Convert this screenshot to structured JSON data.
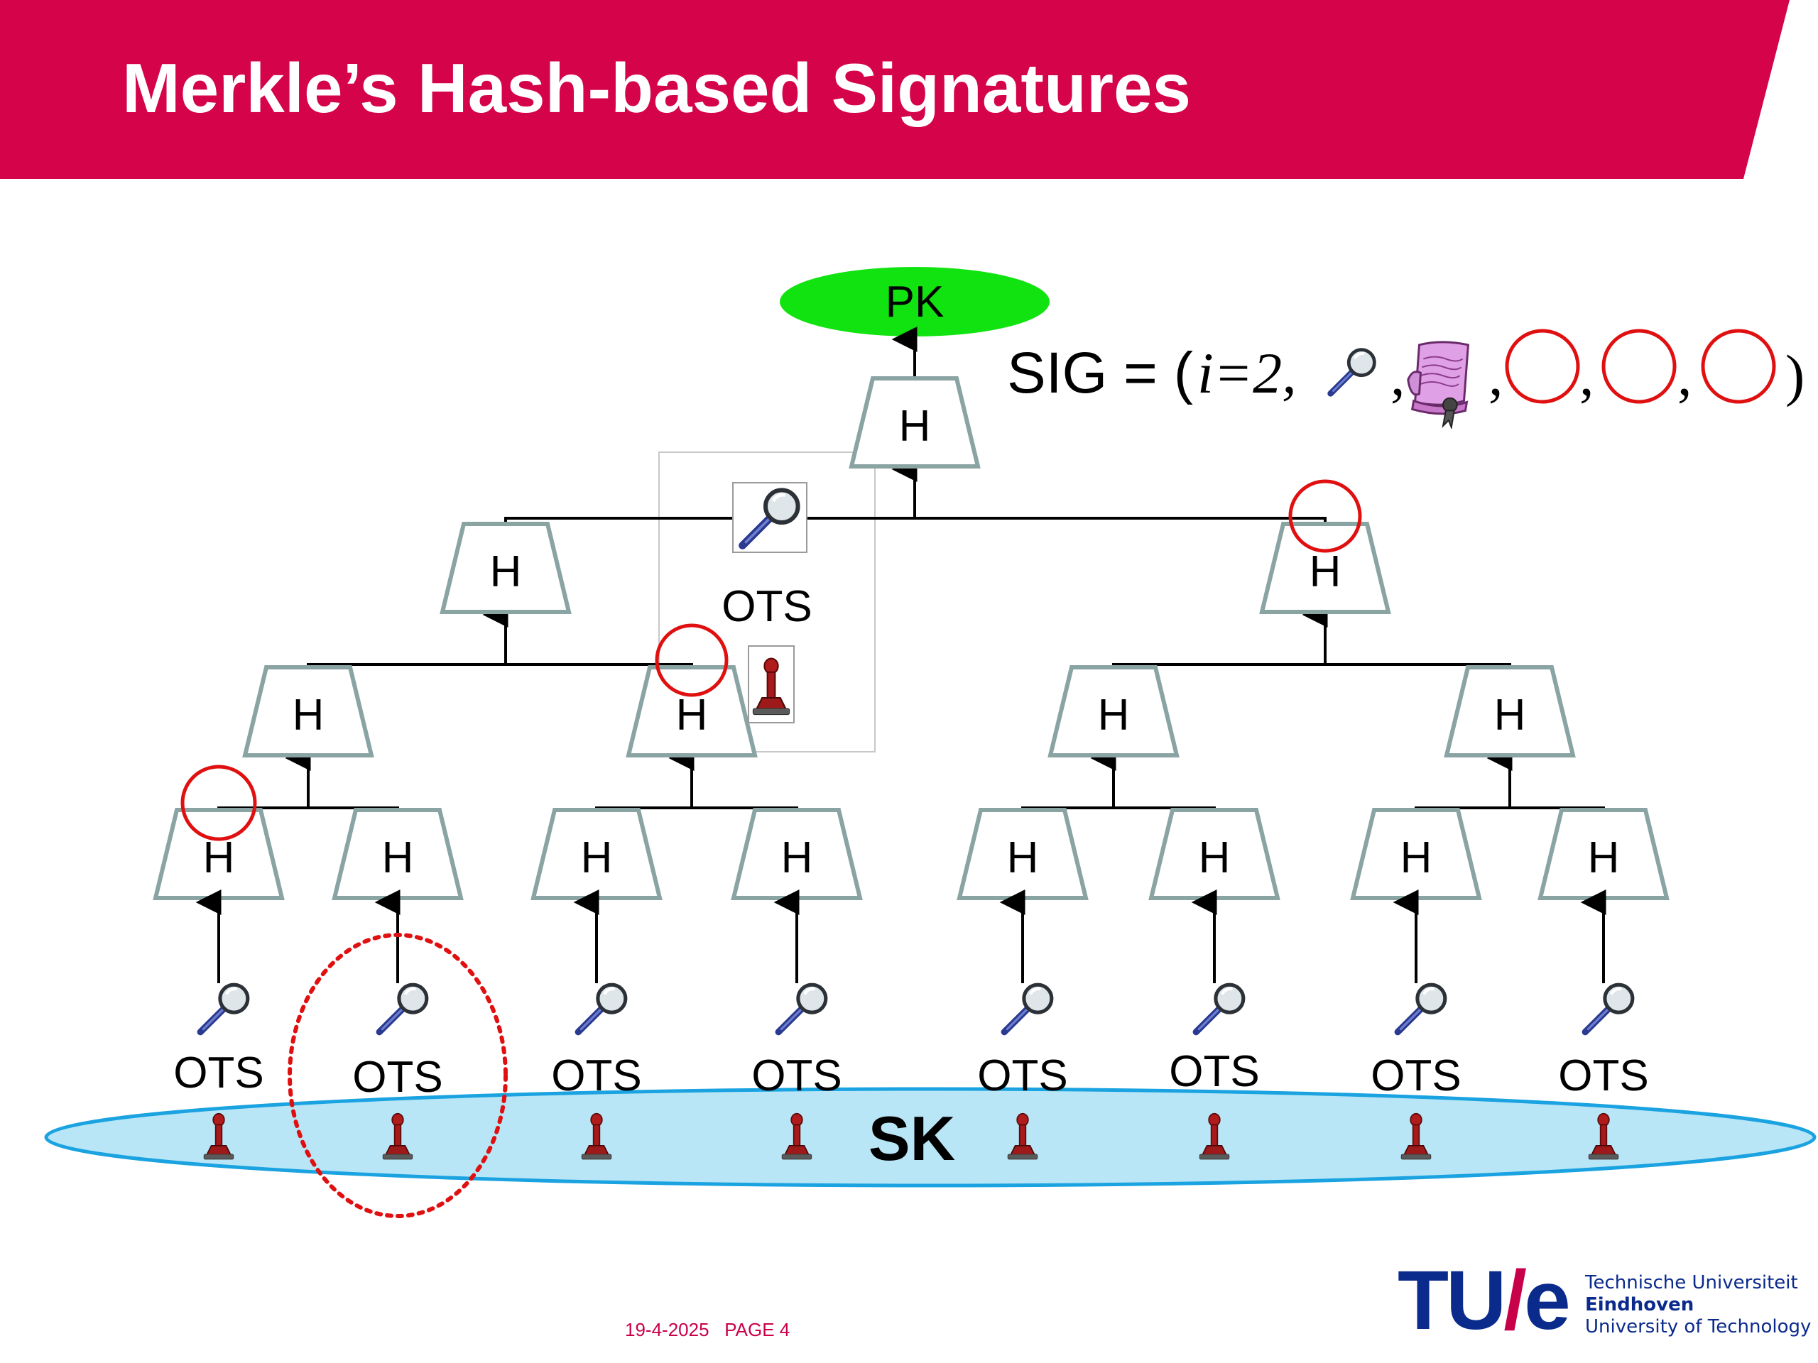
{
  "slide": {
    "title": "Merkle’s Hash-based Signatures",
    "footer": {
      "date": "19-4-2025",
      "page": "PAGE 4"
    },
    "colors": {
      "accent": "#d4034a",
      "pk_fill": "#11e311",
      "sk_fill": "#b8e6f6",
      "sk_stroke": "#1aa3e0",
      "h_stroke": "#8aa3a3",
      "highlight": "#e01010"
    }
  },
  "diagram": {
    "pk_label": "PK",
    "sk_label": "SK",
    "h_label": "H",
    "ots_label": "OTS",
    "legend_ots_label": "OTS",
    "sig": {
      "prefix": "SIG = (",
      "index": "i=2,",
      "comma": ",",
      "suffix": ")",
      "icons": [
        "magnifier-icon",
        "scroll-icon",
        "circle-icon",
        "circle-icon",
        "circle-icon"
      ]
    },
    "leaves": [
      "OTS",
      "OTS",
      "OTS",
      "OTS",
      "OTS",
      "OTS",
      "OTS",
      "OTS"
    ]
  },
  "logo": {
    "mark_left": "TU",
    "mark_slash": "/",
    "mark_right": "e",
    "line1": "Technische Universiteit",
    "line2": "Eindhoven",
    "line3": "University of Technology"
  }
}
